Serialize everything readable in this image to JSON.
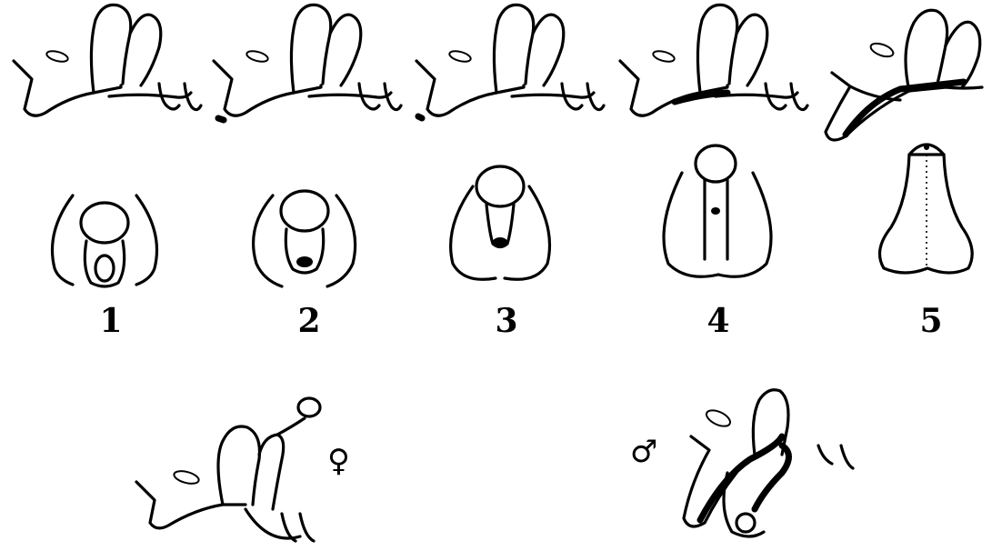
{
  "stages": [
    {
      "number": "1"
    },
    {
      "number": "2"
    },
    {
      "number": "3"
    },
    {
      "number": "4"
    },
    {
      "number": "5"
    }
  ],
  "female_symbol": "♀",
  "male_symbol": "♂"
}
